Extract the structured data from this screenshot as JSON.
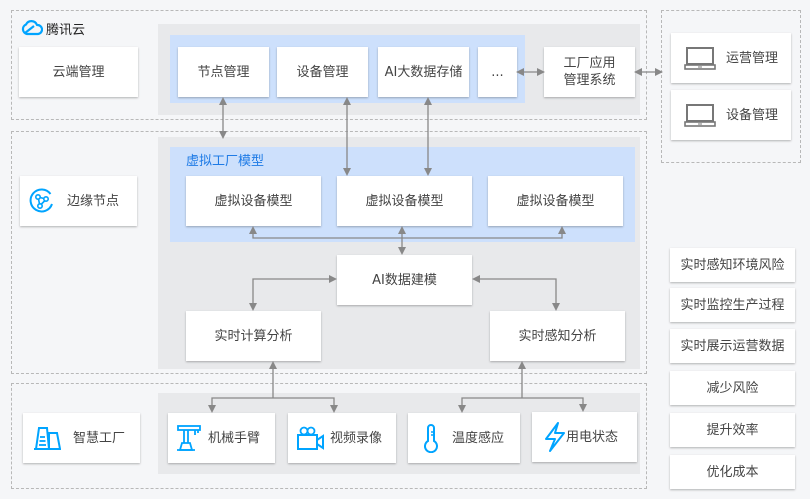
{
  "brand": {
    "name": "腾讯云",
    "color": "#00a4ff"
  },
  "colors": {
    "accent_blue": "#00a4ff",
    "group_blue": "#cde0fc",
    "group_gray": "#e8e9eb",
    "title_blue": "#1f7be6",
    "connector": "#888888"
  },
  "cloud_layer": {
    "label": "云端管理",
    "modules": [
      "节点管理",
      "设备管理",
      "AI大数据存储",
      "..."
    ],
    "app_system": "工厂应用\n管理系统",
    "app_system_lines": [
      "工厂应用",
      "管理系统"
    ]
  },
  "clients": {
    "items": [
      {
        "label": "运营管理",
        "icon": "laptop-icon"
      },
      {
        "label": "设备管理",
        "icon": "laptop-icon"
      }
    ]
  },
  "edge_layer": {
    "label": "边缘节点",
    "icon": "edge-node-icon",
    "virtual_factory": {
      "title": "虚拟工厂模型",
      "models": [
        "虚拟设备模型",
        "虚拟设备模型",
        "虚拟设备模型"
      ]
    },
    "ai_modeling": "AI数据建模",
    "realtime_compute": "实时计算分析",
    "realtime_sense": "实时感知分析"
  },
  "factory_layer": {
    "label": "智慧工厂",
    "icon": "factory-icon",
    "devices": [
      {
        "label": "机械手臂",
        "icon": "robot-arm-icon"
      },
      {
        "label": "视频录像",
        "icon": "video-camera-icon"
      },
      {
        "label": "温度感应",
        "icon": "thermometer-icon"
      },
      {
        "label": "用电状态",
        "icon": "lightning-icon"
      }
    ]
  },
  "benefits": [
    "实时感知环境风险",
    "实时监控生产过程",
    "实时展示运营数据",
    "减少风险",
    "提升效率",
    "优化成本"
  ]
}
